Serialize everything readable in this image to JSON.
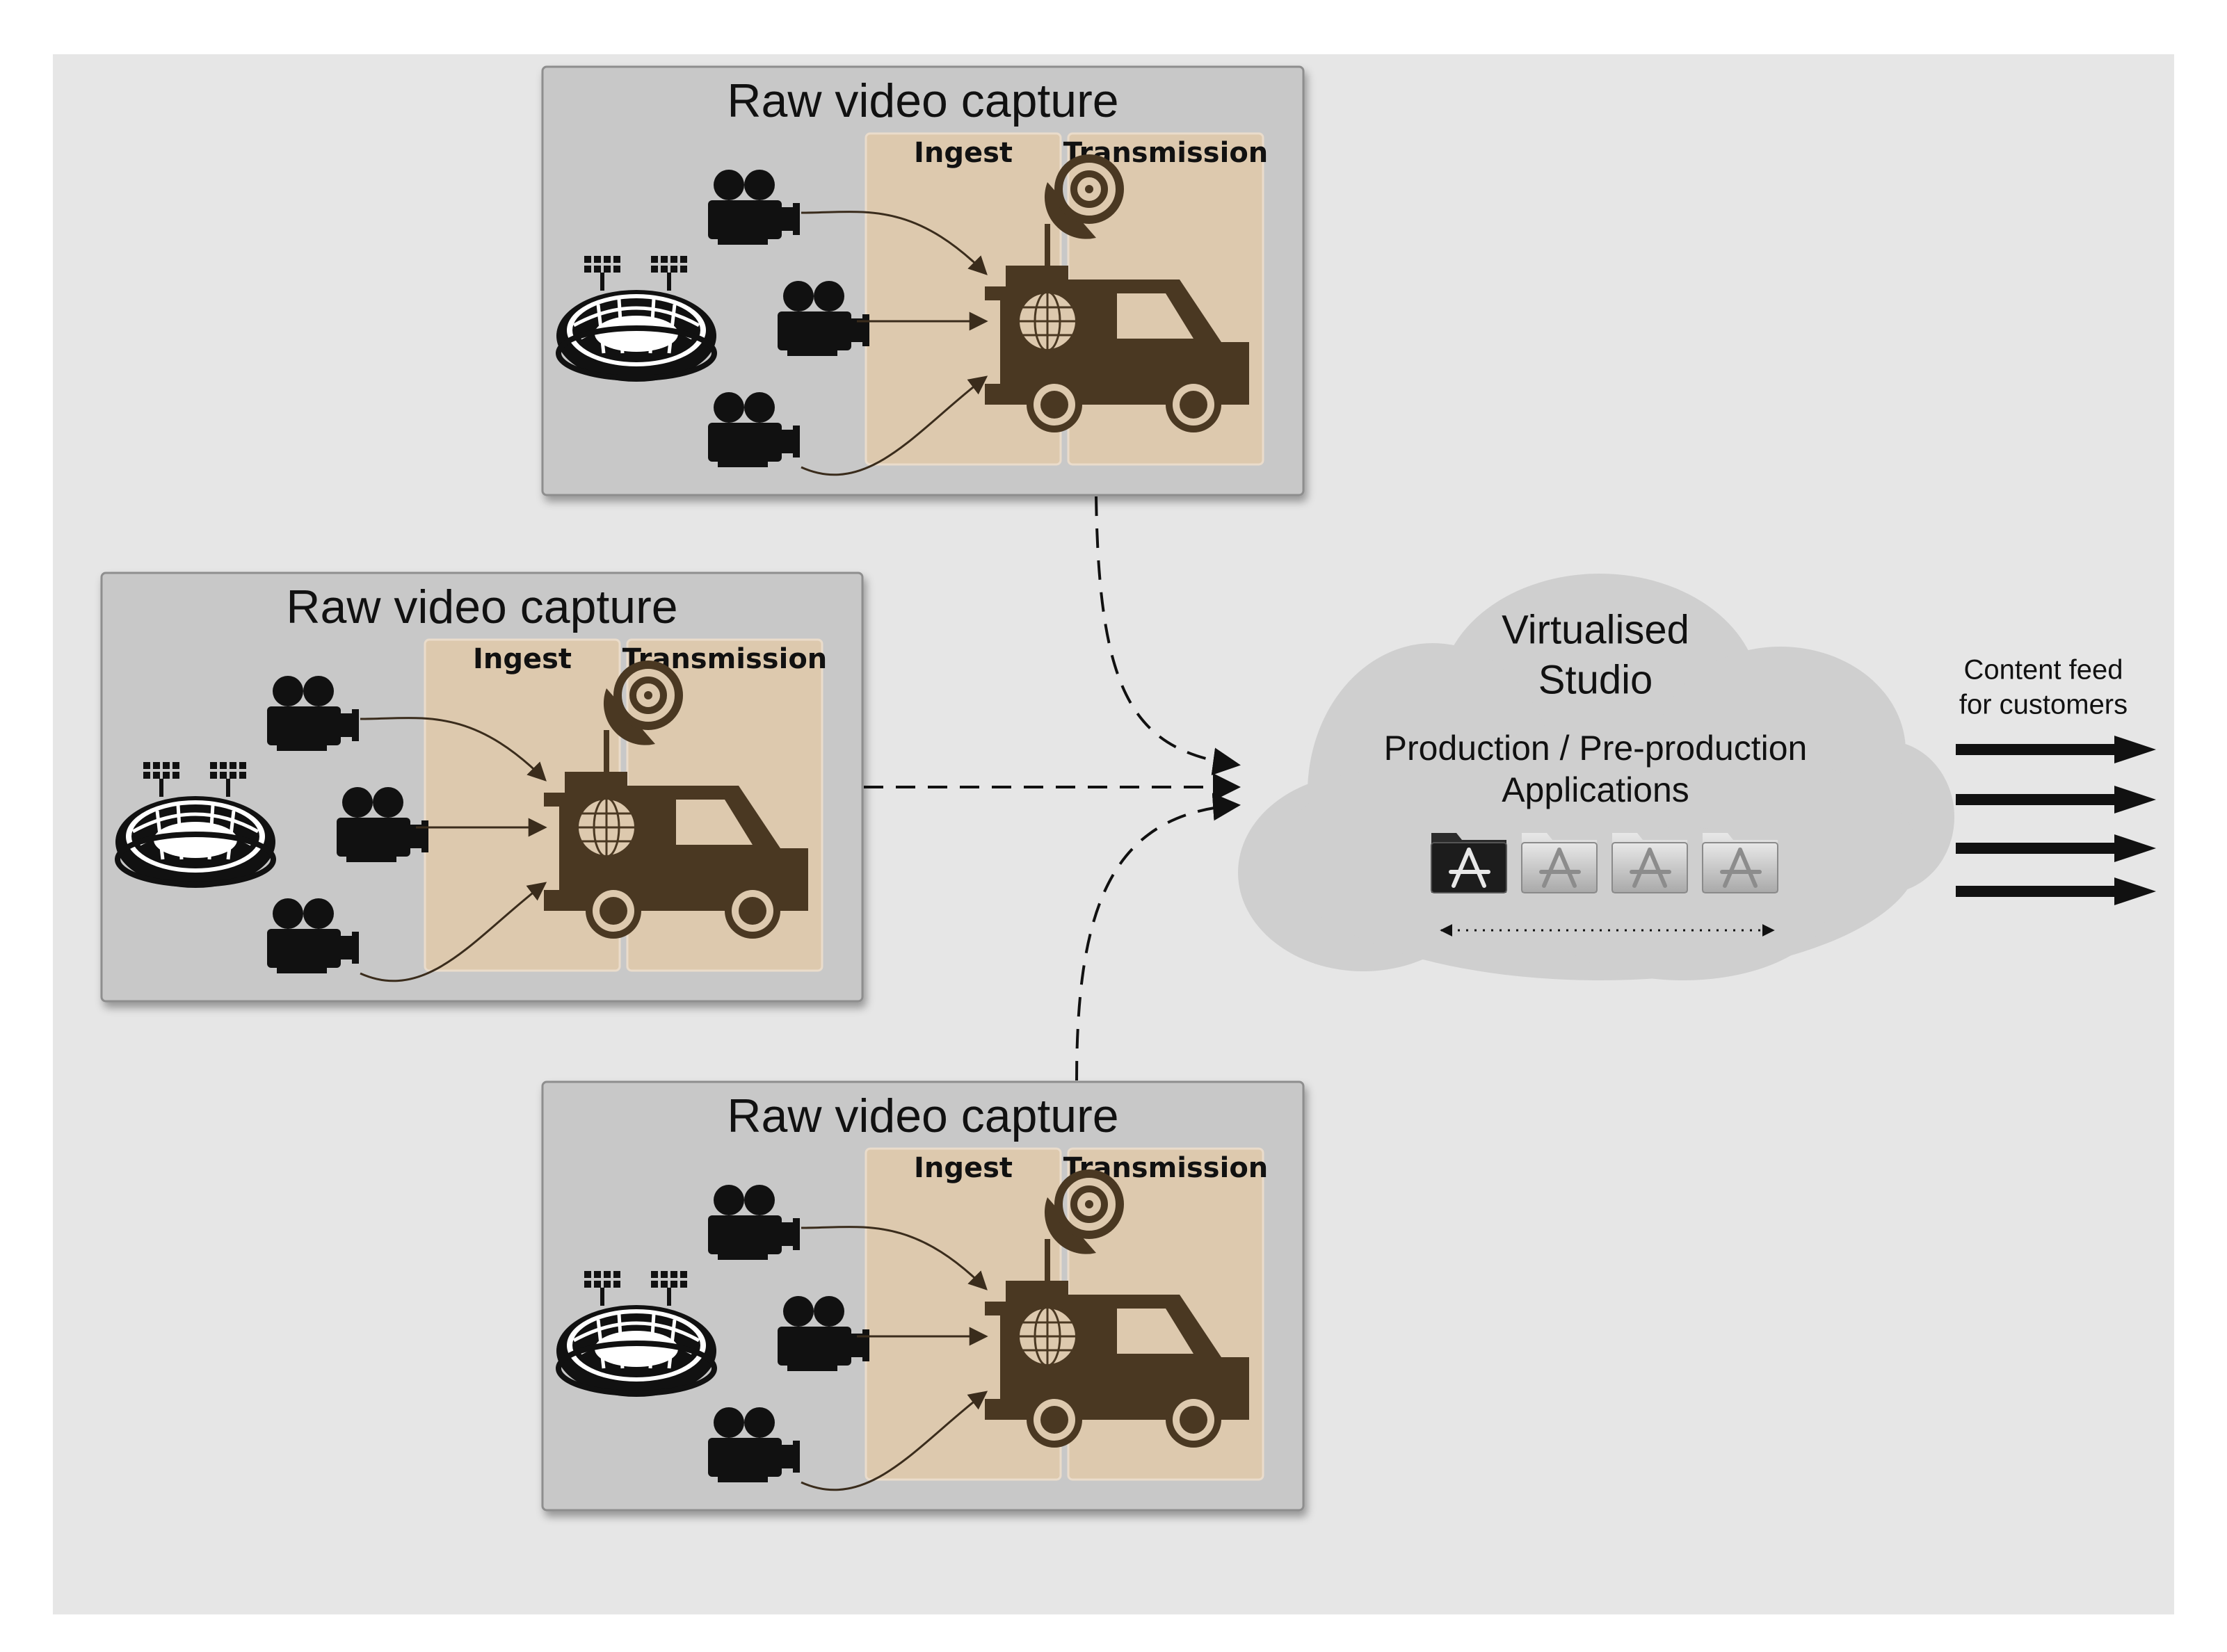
{
  "capture_units": [
    {
      "title": "Raw video capture",
      "ingest_label": "Ingest",
      "transmission_label": "Transmission"
    },
    {
      "title": "Raw video capture",
      "ingest_label": "Ingest",
      "transmission_label": "Transmission"
    },
    {
      "title": "Raw video capture",
      "ingest_label": "Ingest",
      "transmission_label": "Transmission"
    }
  ],
  "studio": {
    "title_line1": "Virtualised",
    "title_line2": "Studio",
    "subtitle_line1": "Production / Pre-production",
    "subtitle_line2": "Applications",
    "app_icons": [
      "app-folder-icon",
      "app-folder-icon",
      "app-folder-icon",
      "app-folder-icon"
    ]
  },
  "output": {
    "label_line1": "Content feed",
    "label_line2": "for customers",
    "feed_count": 4
  },
  "colors": {
    "canvas": "#e6e6e6",
    "box": "#c8c8c8",
    "phase": "#ddc9ae",
    "truck": "#4a3822",
    "cloud": "#cfcfcf",
    "dark": "#111111"
  }
}
